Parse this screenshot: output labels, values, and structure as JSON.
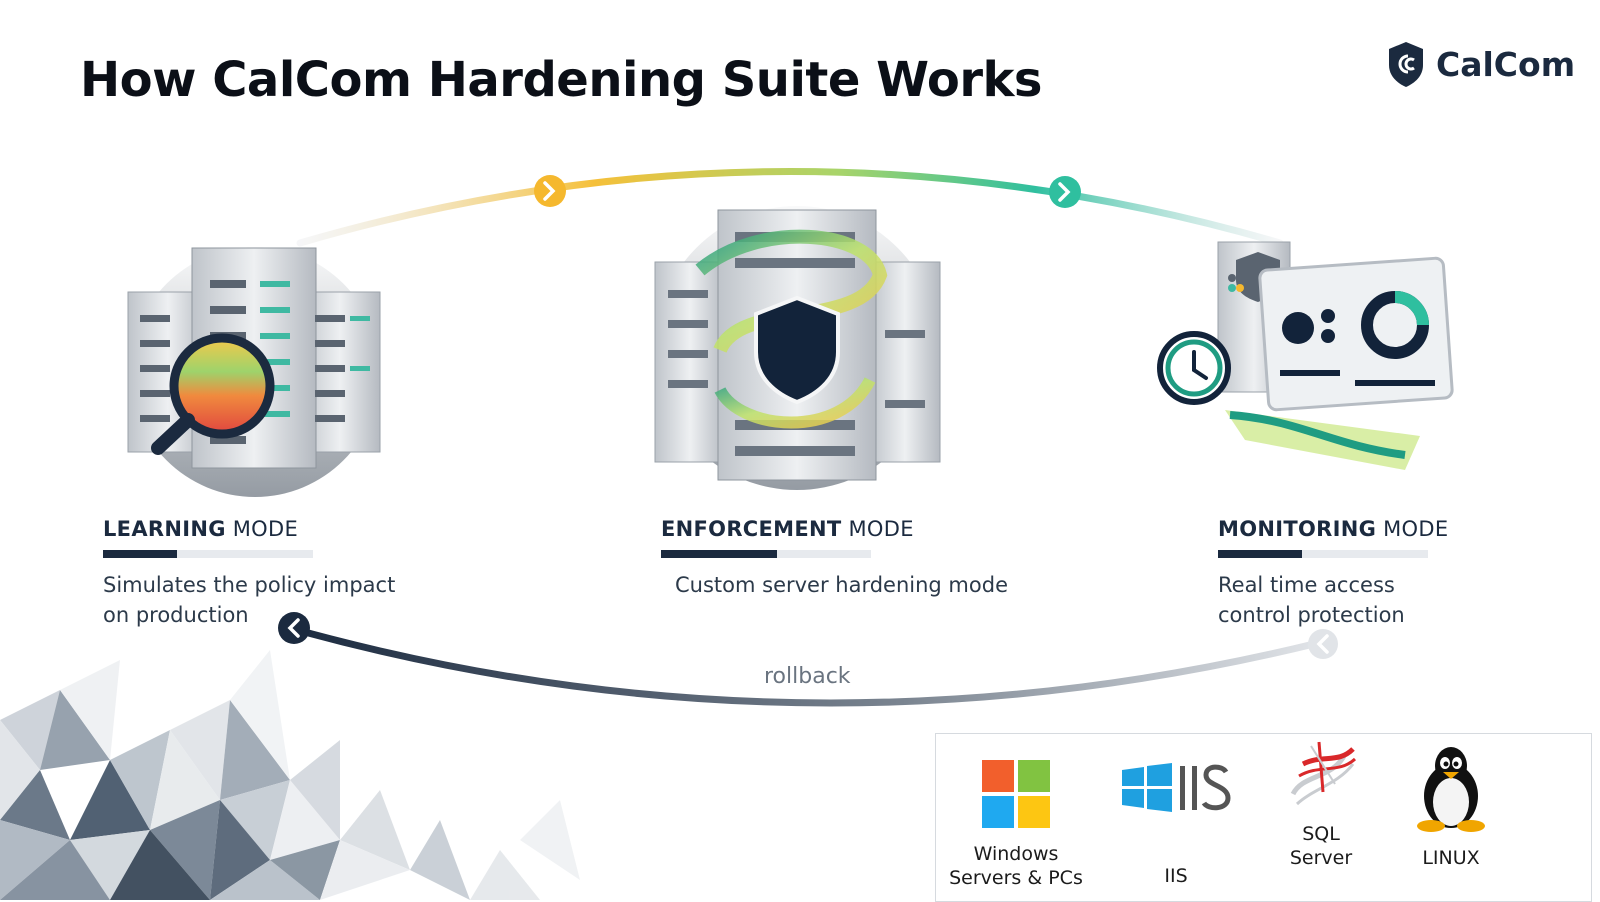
{
  "title": "How CalCom Hardening Suite Works",
  "logo": {
    "text": "CalCom",
    "icon": "calcom-shield-logo"
  },
  "modes": [
    {
      "bold": "LEARNING",
      "rest": " MODE",
      "description_lines": [
        "Simulates the policy impact",
        "on production"
      ],
      "progress": 0.35,
      "icon": "server-magnifier-icon"
    },
    {
      "bold": "ENFORCEMENT",
      "rest": " MODE",
      "description_lines": [
        "Custom server hardening mode"
      ],
      "progress": 0.55,
      "icon": "server-shield-icon"
    },
    {
      "bold": "MONITORING",
      "rest": " MODE",
      "description_lines": [
        "Real time access",
        "control protection"
      ],
      "progress": 0.4,
      "icon": "monitor-dashboard-icon"
    }
  ],
  "rollback_label": "rollback",
  "platforms": [
    {
      "lines": [
        "Windows",
        "Servers & PCs"
      ],
      "icon": "windows-logo"
    },
    {
      "lines": [
        "IIS"
      ],
      "icon": "iis-logo"
    },
    {
      "lines": [
        "SQL",
        "Server"
      ],
      "icon": "sql-server-logo"
    },
    {
      "lines": [
        "LINUX"
      ],
      "icon": "linux-tux-logo"
    }
  ],
  "colors": {
    "navy": "#1b2a3f",
    "yellow": "#f5b82e",
    "teal": "#2fbf9f",
    "grey": "#c8ccd2"
  }
}
